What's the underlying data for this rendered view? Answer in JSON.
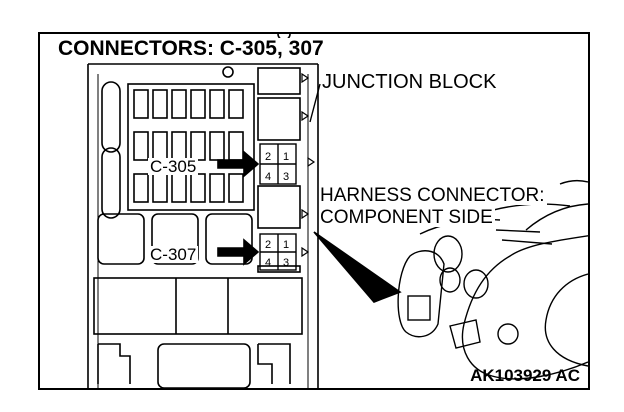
{
  "title": "CONNECTORS: C-305, 307",
  "labels": {
    "junction_block": "JUNCTION BLOCK",
    "harness_connector_line1": "HARNESS CONNECTOR:",
    "harness_connector_line2": "COMPONENT SIDE",
    "c305": "C-305",
    "c307": "C-307",
    "figure_code": "AK103929 AC"
  },
  "connector_pins": {
    "c305": [
      "2",
      "1",
      "4",
      "3"
    ],
    "c307": [
      "2",
      "1",
      "4",
      "3"
    ]
  }
}
